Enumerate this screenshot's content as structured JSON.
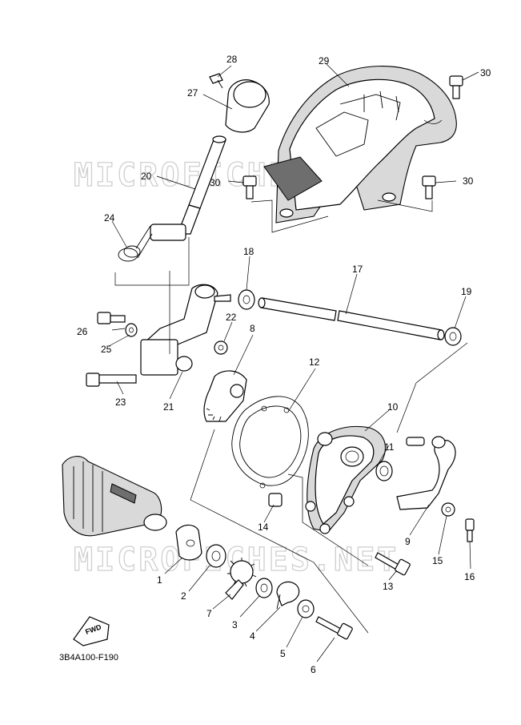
{
  "watermark": "MICROFICHES.NET",
  "diagram_code": "3B4A100-F190",
  "fwd_label": "FWD",
  "callouts": [
    "1",
    "2",
    "3",
    "4",
    "5",
    "6",
    "7",
    "8",
    "9",
    "10",
    "11",
    "12",
    "13",
    "14",
    "15",
    "16",
    "17",
    "18",
    "19",
    "20",
    "21",
    "22",
    "23",
    "24",
    "25",
    "26",
    "27",
    "28",
    "29",
    "30"
  ]
}
